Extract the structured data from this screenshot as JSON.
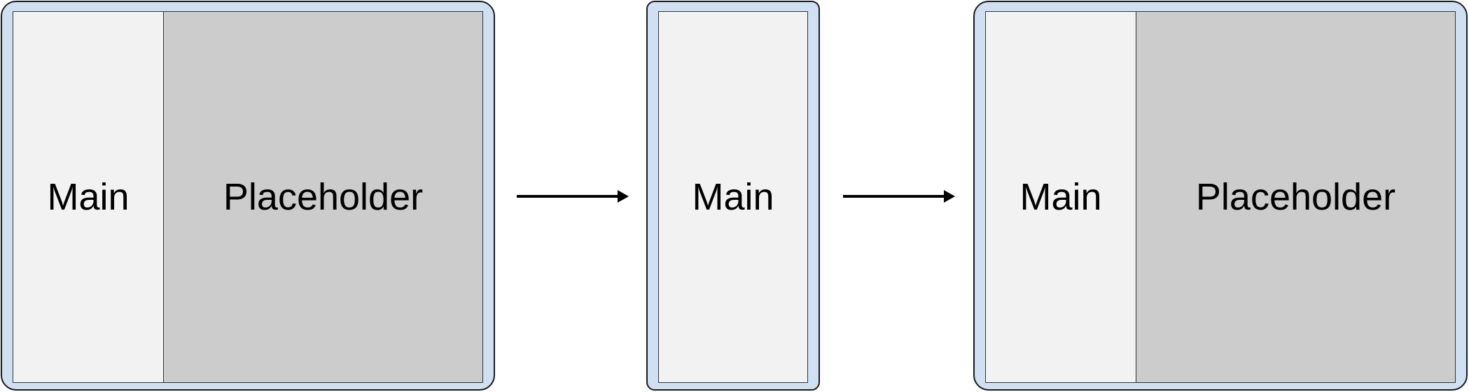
{
  "colors": {
    "frame": "#cfe0f3",
    "main_pane": "#f2f2f2",
    "placeholder_pane": "#cccccc",
    "arrow": "#000000"
  },
  "panels": [
    {
      "main_label": "Main",
      "placeholder_label": "Placeholder"
    },
    {
      "main_label": "Main"
    },
    {
      "main_label": "Main",
      "placeholder_label": "Placeholder"
    }
  ]
}
